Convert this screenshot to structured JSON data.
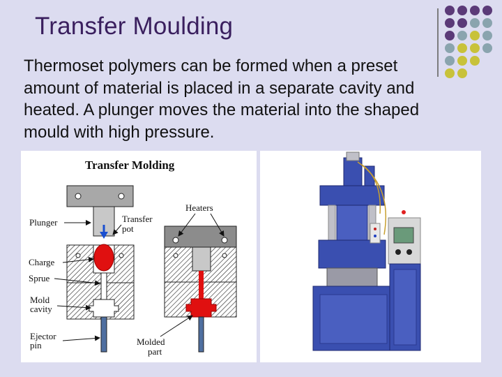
{
  "slide": {
    "title": "Transfer Moulding",
    "body": "Thermoset polymers can be formed when a preset amount of material is placed in a separate cavity and heated. A plunger moves the material into the shaped mould with high pressure."
  },
  "decoration": {
    "dot_colors": [
      "#5b3a78",
      "#8aa4ae",
      "#c8c23a"
    ]
  },
  "diagram": {
    "title": "Transfer Molding",
    "labels": {
      "plunger": "Plunger",
      "transfer_pot_1": "Transfer",
      "transfer_pot_2": "pot",
      "heaters": "Heaters",
      "charge": "Charge",
      "sprue": "Sprue",
      "mold_cavity_1": "Mold",
      "mold_cavity_2": "cavity",
      "ejector_pin_1": "Ejector",
      "ejector_pin_2": "pin",
      "molded_part_1": "Molded",
      "molded_part_2": "part"
    },
    "colors": {
      "charge_red": "#e01010",
      "plunger_gray": "#c8c8c8",
      "mold_dark": "#3a3a3a",
      "pin_blue": "#4f6fa0"
    }
  },
  "photo": {
    "subject": "transfer-moulding-machine",
    "colors": {
      "frame_blue": "#3a4fb0",
      "panel_gray": "#d8d8d8",
      "cylinder_silver": "#c0c0c8"
    }
  }
}
